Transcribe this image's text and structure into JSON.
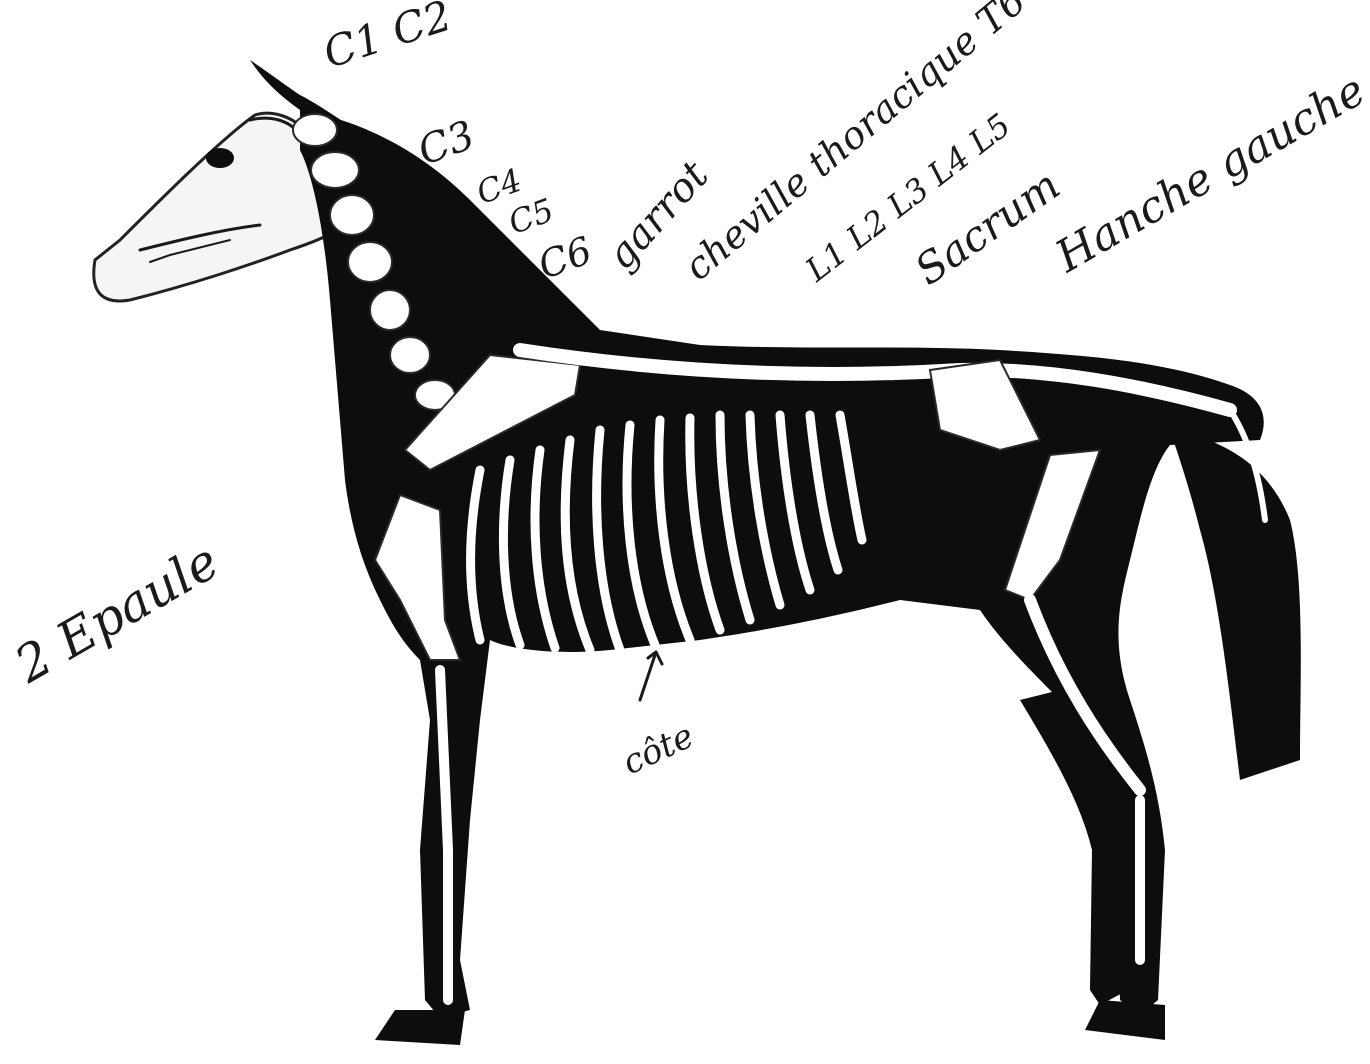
{
  "annotations": {
    "c1c2": "C1 C2",
    "c3": "C3",
    "c4": "C4",
    "c5": "C5",
    "c6": "C6",
    "garrot": "garrot",
    "cheville": "cheville thoracique T6",
    "lumbar": "L1 L2 L3 L4 L5",
    "sacrum": "Sacrum",
    "hanche": "Hanche gauche",
    "epaule": "2 Epaule",
    "cote": "côte"
  },
  "colors": {
    "silhouette": "#0d0d0d",
    "bone": "#ffffff",
    "ink": "#1a1a1a",
    "paper": "#ffffff"
  }
}
